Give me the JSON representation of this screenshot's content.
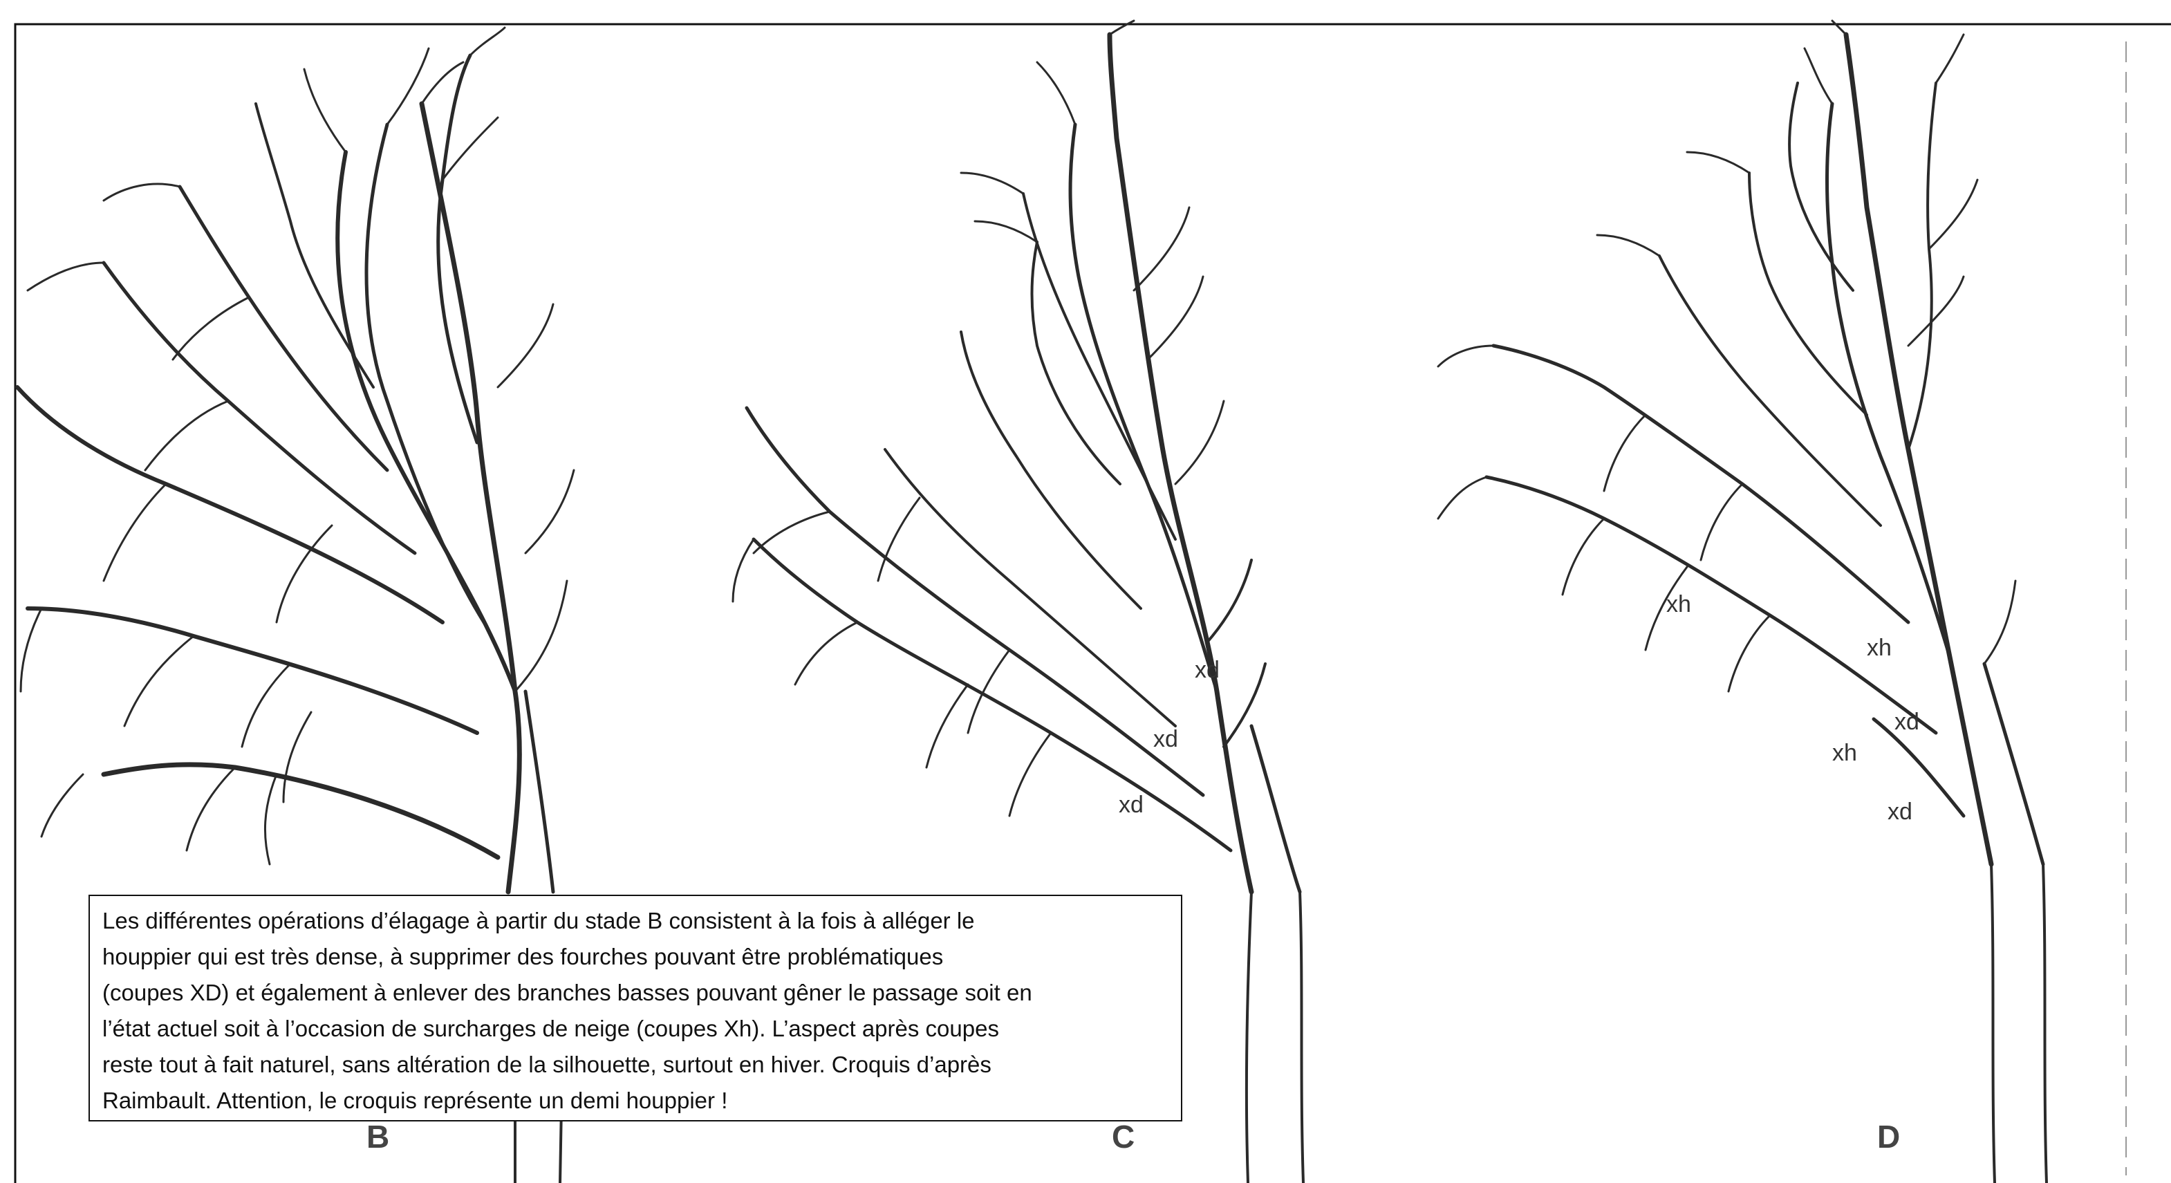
{
  "colors": {
    "ink": "#2a2a2a",
    "frame": "#111111",
    "background": "#ffffff"
  },
  "trees": [
    {
      "label": "B",
      "cuts": []
    },
    {
      "label": "C",
      "cuts": [
        "xd",
        "xd",
        "xd"
      ]
    },
    {
      "label": "D",
      "cuts": [
        "xh",
        "xh",
        "xd",
        "xh",
        "xd"
      ]
    }
  ],
  "caption": {
    "lines": [
      "Les différentes opérations d’élagage à partir du stade B consistent à la fois à alléger le",
      "houppier qui est très dense, à supprimer des fourches pouvant être problématiques",
      "(coupes XD) et également à enlever des branches basses pouvant gêner le passage soit en",
      "l’état actuel soit à l’occasion de surcharges de neige (coupes Xh). L’aspect après coupes",
      "reste tout à fait naturel, sans altération de la silhouette, surtout en hiver.  Croquis d’après",
      "Raimbault. Attention,  le croquis représente un demi houppier !"
    ]
  }
}
